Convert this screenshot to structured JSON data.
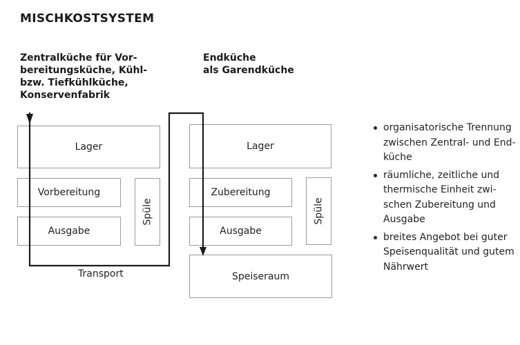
{
  "title": "MISCHKOSTSYSTEM",
  "left_kitchen": {
    "heading": "Zentralküche für Vor-\nbereitungsküche, Kühl-\nbzw. Tiefkühlküche,\nKonservenfabrik",
    "rooms": {
      "storage": "Lager",
      "preparation": "Vorbereitung",
      "serving": "Ausgabe",
      "scullery": "Spüle"
    }
  },
  "right_kitchen": {
    "heading": "Endküche\nals Garendküche",
    "rooms": {
      "storage": "Lager",
      "cooking": "Zubereitung",
      "serving": "Ausgabe",
      "scullery": "Spüle",
      "dining": "Speiseraum"
    }
  },
  "flow_label": "Transport",
  "bullets": [
    "organisatorische Trennung\nzwischen Zentral- und End-\nküche",
    "räumliche, zeitliche und\nthermische Einheit zwi-\nschen Zubereitung und\nAusgabe",
    "breites Angebot bei guter\nSpeisenqualität und gutem\nNährwert"
  ],
  "colors": {
    "box_border": "#9a9a9a",
    "flow_line": "#1a1a1a",
    "text": "#1a1a1a"
  }
}
